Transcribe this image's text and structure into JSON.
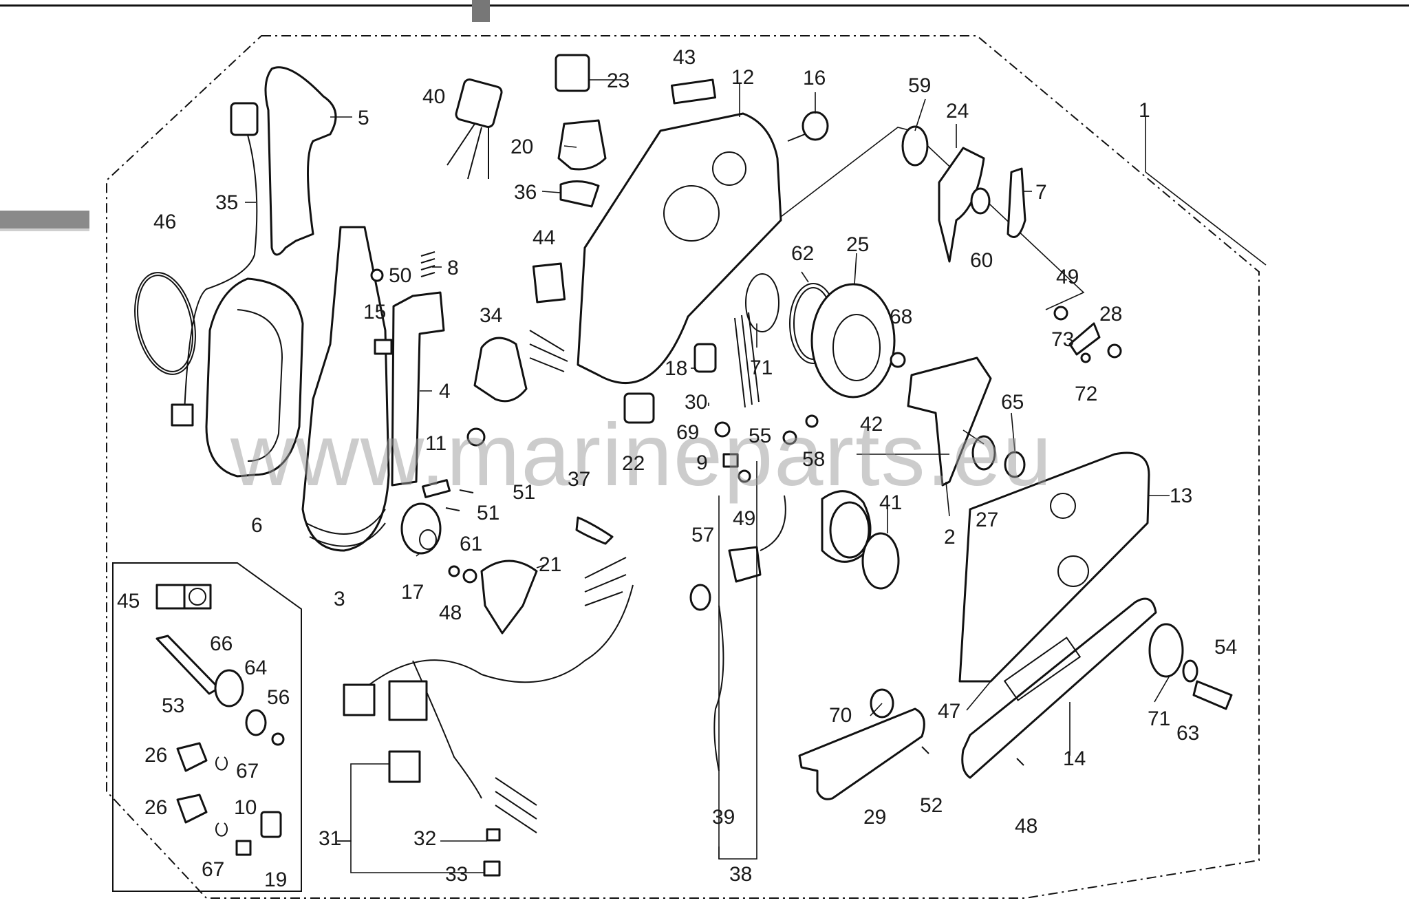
{
  "watermark": "www.marineparts.eu",
  "part_labels": [
    "1",
    "2",
    "3",
    "4",
    "5",
    "6",
    "7",
    "8",
    "9",
    "10",
    "11",
    "12",
    "13",
    "14",
    "15",
    "16",
    "17",
    "18",
    "19",
    "20",
    "21",
    "22",
    "23",
    "24",
    "25",
    "26",
    "26",
    "27",
    "28",
    "29",
    "30",
    "31",
    "32",
    "33",
    "34",
    "35",
    "36",
    "37",
    "38",
    "39",
    "40",
    "41",
    "42",
    "43",
    "44",
    "45",
    "46",
    "47",
    "48",
    "48",
    "49",
    "49",
    "50",
    "51",
    "51",
    "52",
    "53",
    "54",
    "55",
    "56",
    "57",
    "58",
    "59",
    "60",
    "61",
    "62",
    "63",
    "64",
    "65",
    "66",
    "67",
    "67",
    "68",
    "69",
    "70",
    "71",
    "71",
    "72",
    "73"
  ]
}
